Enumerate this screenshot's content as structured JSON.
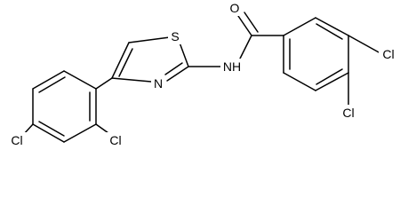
{
  "molecule": {
    "atoms": {
      "O": "O",
      "S": "S",
      "N_ring": "N",
      "NH": "NH",
      "Cl_a": "Cl",
      "Cl_b": "Cl",
      "Cl_c": "Cl",
      "Cl_d": "Cl"
    }
  }
}
